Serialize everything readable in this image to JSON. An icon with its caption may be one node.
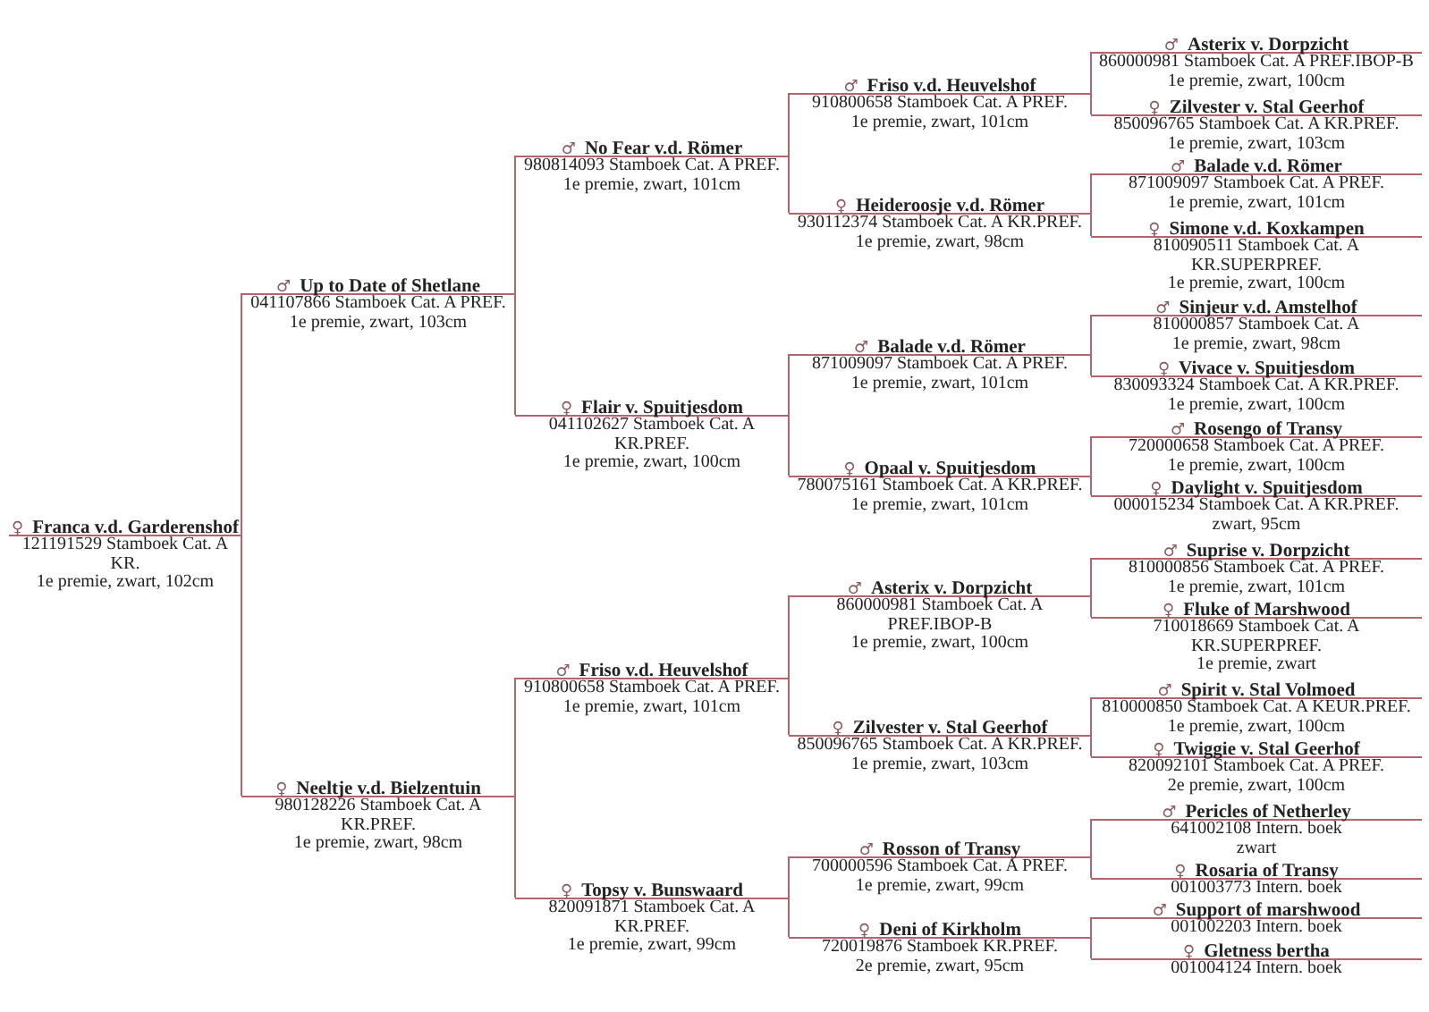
{
  "diagram": {
    "nodes": [
      {
        "text": [
          "♀",
          "Franca v.d. Garderenshof",
          "121191529 Stamboek Cat. A KR.",
          "1e premie, zwart, 102cm"
        ]
      },
      {
        "text": [
          "♂",
          "Up to Date of Shetlane",
          "041107866 Stamboek Cat. A PREF.",
          "1e premie, zwart, 103cm"
        ]
      },
      {
        "text": [
          "♀",
          "Neeltje v.d. Bielzentuin",
          "980128226 Stamboek Cat. A KR.PREF.",
          "1e premie, zwart, 98cm"
        ]
      },
      {
        "text": [
          "♂",
          "No Fear v.d. Römer",
          "980814093 Stamboek Cat. A PREF.",
          "1e premie, zwart, 101cm"
        ]
      },
      {
        "text": [
          "♀",
          "Flair v. Spuitjesdom",
          "041102627 Stamboek Cat. A KR.PREF.",
          "1e premie, zwart, 100cm"
        ]
      },
      {
        "text": [
          "♂",
          "Friso v.d. Heuvelshof",
          "910800658 Stamboek Cat. A PREF.",
          "1e premie, zwart, 101cm"
        ]
      },
      {
        "text": [
          "♀",
          "Topsy v. Bunswaard",
          "820091871 Stamboek Cat. A KR.PREF.",
          "1e premie, zwart, 99cm"
        ]
      },
      {
        "text": [
          "♂",
          "Friso v.d. Heuvelshof",
          "910800658 Stamboek Cat. A PREF.",
          "1e premie, zwart, 101cm"
        ]
      },
      {
        "text": [
          "♀",
          "Heideroosje v.d. Römer",
          "930112374 Stamboek Cat. A KR.PREF.",
          "1e premie, zwart, 98cm"
        ]
      },
      {
        "text": [
          "♂",
          "Balade v.d. Römer",
          "871009097 Stamboek Cat. A PREF.",
          "1e premie, zwart, 101cm"
        ]
      },
      {
        "text": [
          "♀",
          "Opaal v. Spuitjesdom",
          "780075161 Stamboek Cat. A KR.PREF.",
          "1e premie, zwart, 101cm"
        ]
      },
      {
        "text": [
          "♂",
          "Asterix v. Dorpzicht",
          "860000981 Stamboek Cat. A PREF.IBOP-B",
          "1e premie, zwart, 100cm"
        ]
      },
      {
        "text": [
          "♀",
          "Zilvester v. Stal Geerhof",
          "850096765 Stamboek Cat. A KR.PREF.",
          "1e premie, zwart, 103cm"
        ]
      },
      {
        "text": [
          "♂",
          "Rosson of Transy",
          "700000596 Stamboek Cat. A PREF.",
          "1e premie, zwart, 99cm"
        ]
      },
      {
        "text": [
          "♀",
          "Deni of Kirkholm",
          "720019876 Stamboek KR.PREF.",
          "2e premie, zwart, 95cm"
        ]
      },
      {
        "text": [
          "♂",
          "Asterix v. Dorpzicht",
          "860000981 Stamboek Cat. A PREF.IBOP-B",
          "1e premie, zwart, 100cm"
        ]
      },
      {
        "text": [
          "♀",
          "Zilvester v. Stal Geerhof",
          "850096765 Stamboek Cat. A KR.PREF.",
          "1e premie, zwart, 103cm"
        ]
      },
      {
        "text": [
          "♂",
          "Balade v.d. Römer",
          "871009097 Stamboek Cat. A PREF.",
          "1e premie, zwart, 101cm"
        ]
      },
      {
        "text": [
          "♀",
          "Simone v.d. Koxkampen",
          "810090511 Stamboek Cat. A KR.SUPERPREF.",
          "1e premie, zwart, 100cm"
        ]
      },
      {
        "text": [
          "♂",
          "Sinjeur v.d. Amstelhof",
          "810000857 Stamboek Cat. A",
          "1e premie, zwart, 98cm"
        ]
      },
      {
        "text": [
          "♀",
          "Vivace v. Spuitjesdom",
          "830093324 Stamboek Cat. A KR.PREF.",
          "1e premie, zwart, 100cm"
        ]
      },
      {
        "text": [
          "♂",
          "Rosengo of Transy",
          "720000658 Stamboek Cat. A PREF.",
          "1e premie, zwart, 100cm"
        ]
      },
      {
        "text": [
          "♀",
          "Daylight v. Spuitjesdom",
          "000015234 Stamboek Cat. A KR.PREF.",
          "zwart, 95cm"
        ]
      },
      {
        "text": [
          "♂",
          "Suprise v. Dorpzicht",
          "810000856 Stamboek Cat. A PREF.",
          "1e premie, zwart, 101cm"
        ]
      },
      {
        "text": [
          "♀",
          "Fluke of Marshwood",
          "710018669 Stamboek Cat. A KR.SUPERPREF.",
          "1e premie, zwart"
        ]
      },
      {
        "text": [
          "♂",
          "Spirit v. Stal Volmoed",
          "810000850 Stamboek Cat. A KEUR.PREF.",
          "1e premie, zwart, 100cm"
        ]
      },
      {
        "text": [
          "♀",
          "Twiggie v. Stal Geerhof",
          "820092101 Stamboek Cat. A PREF.",
          "2e premie, zwart, 100cm"
        ]
      },
      {
        "text": [
          "♂",
          "Pericles of Netherley",
          "641002108 Intern. boek",
          "zwart"
        ]
      },
      {
        "text": [
          "♀",
          "Rosaria of Transy",
          "001003773 Intern. boek"
        ]
      },
      {
        "text": [
          "♂",
          "Support of marshwood",
          "001002203 Intern. boek"
        ]
      },
      {
        "text": [
          "♀",
          "Gletness bertha",
          "001004124 Intern. boek"
        ]
      }
    ],
    "edges": [
      {
        "from": 0,
        "to": 1,
        "arrow": "none"
      },
      {
        "from": 0,
        "to": 2,
        "arrow": "none"
      },
      {
        "from": 1,
        "to": 3,
        "arrow": "none"
      },
      {
        "from": 1,
        "to": 4,
        "arrow": "none"
      },
      {
        "from": 2,
        "to": 5,
        "arrow": "none"
      },
      {
        "from": 2,
        "to": 6,
        "arrow": "none"
      },
      {
        "from": 3,
        "to": 7,
        "arrow": "none"
      },
      {
        "from": 3,
        "to": 8,
        "arrow": "none"
      },
      {
        "from": 4,
        "to": 9,
        "arrow": "none"
      },
      {
        "from": 4,
        "to": 10,
        "arrow": "none"
      },
      {
        "from": 5,
        "to": 11,
        "arrow": "none"
      },
      {
        "from": 5,
        "to": 12,
        "arrow": "none"
      },
      {
        "from": 6,
        "to": 13,
        "arrow": "none"
      },
      {
        "from": 6,
        "to": 14,
        "arrow": "none"
      },
      {
        "from": 7,
        "to": 15,
        "arrow": "none"
      },
      {
        "from": 7,
        "to": 16,
        "arrow": "none"
      },
      {
        "from": 8,
        "to": 17,
        "arrow": "none"
      },
      {
        "from": 8,
        "to": 18,
        "arrow": "none"
      },
      {
        "from": 9,
        "to": 19,
        "arrow": "none"
      },
      {
        "from": 9,
        "to": 20,
        "arrow": "none"
      },
      {
        "from": 10,
        "to": 21,
        "arrow": "none"
      },
      {
        "from": 10,
        "to": 22,
        "arrow": "none"
      },
      {
        "from": 11,
        "to": 23,
        "arrow": "none"
      },
      {
        "from": 11,
        "to": 24,
        "arrow": "none"
      },
      {
        "from": 12,
        "to": 25,
        "arrow": "none"
      },
      {
        "from": 12,
        "to": 26,
        "arrow": "none"
      },
      {
        "from": 13,
        "to": 27,
        "arrow": "none"
      },
      {
        "from": 13,
        "to": 28,
        "arrow": "none"
      },
      {
        "from": 14,
        "to": 29,
        "arrow": "none"
      },
      {
        "from": 14,
        "to": 30,
        "arrow": "none"
      }
    ]
  }
}
